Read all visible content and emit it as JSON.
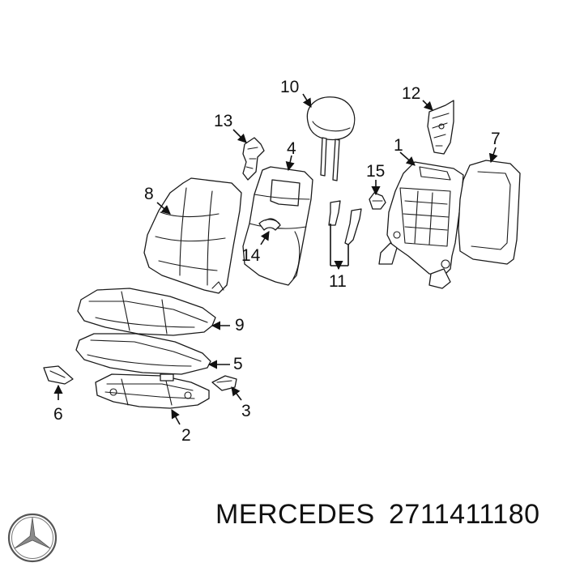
{
  "callouts": {
    "c1": "1",
    "c2": "2",
    "c3": "3",
    "c4": "4",
    "c5": "5",
    "c6": "6",
    "c7": "7",
    "c8": "8",
    "c9": "9",
    "c10": "10",
    "c11": "11",
    "c12": "12",
    "c13": "13",
    "c14": "14",
    "c15": "15"
  },
  "footer": {
    "brand": "MERCEDES",
    "part_number": "2711411180"
  },
  "colors": {
    "line": "#1a1a1a",
    "background": "#ffffff"
  },
  "icons": {
    "logo": "mercedes-star-icon"
  }
}
